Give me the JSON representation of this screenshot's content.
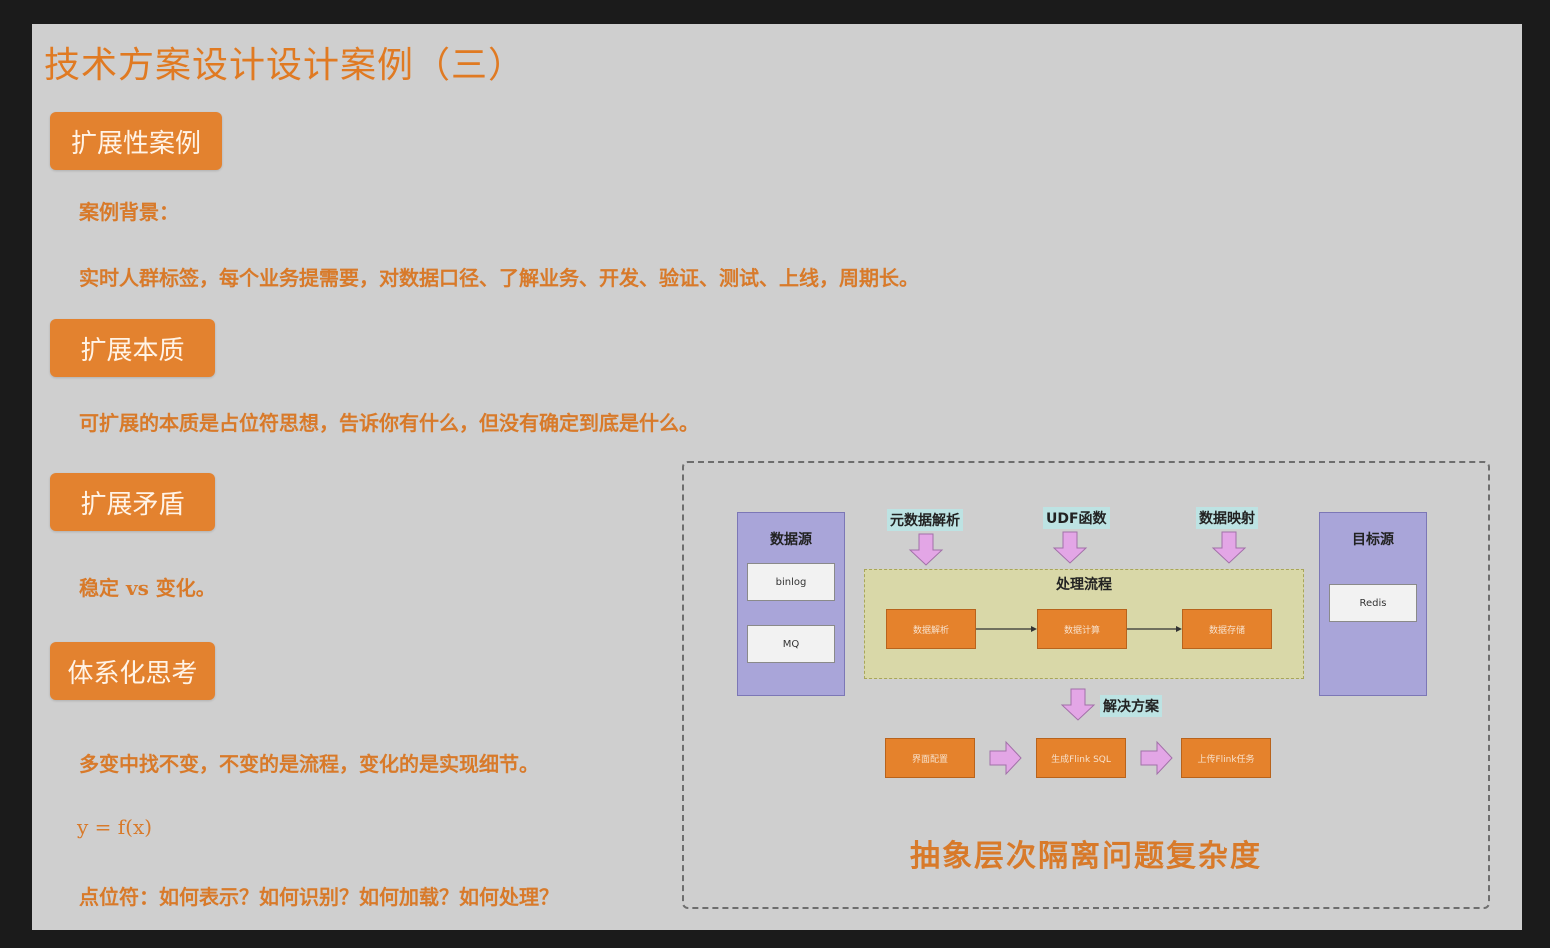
{
  "title": "技术方案设计设计案例（三）",
  "sections": {
    "ext_case": {
      "badge": "扩展性案例",
      "background_label": "案例背景：",
      "background_text": "实时人群标签，每个业务提需要，对数据口径、了解业务、开发、验证、测试、上线，周期长。"
    },
    "ext_essence": {
      "badge": "扩展本质",
      "text": "可扩展的本质是占位符思想，告诉你有什么，但没有确定到底是什么。"
    },
    "ext_conflict": {
      "badge": "扩展矛盾",
      "text": "稳定 vs 变化。"
    },
    "systematic": {
      "badge": "体系化思考",
      "text1": "多变中找不变，不变的是流程，变化的是实现细节。",
      "formula": "y = f(x)",
      "text2": "点位符：如何表示？如何识别？如何加载？如何处理？"
    }
  },
  "diagram": {
    "source": {
      "title": "数据源",
      "items": [
        "binlog",
        "MQ"
      ]
    },
    "target": {
      "title": "目标源",
      "items": [
        "Redis"
      ]
    },
    "top_labels": [
      "元数据解析",
      "UDF函数",
      "数据映射"
    ],
    "flow_title": "处理流程",
    "flow_steps": [
      "数据解析",
      "数据计算",
      "数据存储"
    ],
    "solution_label": "解决方案",
    "solution_steps": [
      "界面配置",
      "生成Flink SQL",
      "上传Flink任务"
    ],
    "conclusion": "抽象层次隔离问题复杂度",
    "colors": {
      "orange": "#e5822c",
      "purple_panel": "#a9a5d9",
      "arrow_pink": "#e3a6e6",
      "flow_bg": "#d9d8a8",
      "label_bg": "#bde3e3"
    }
  }
}
